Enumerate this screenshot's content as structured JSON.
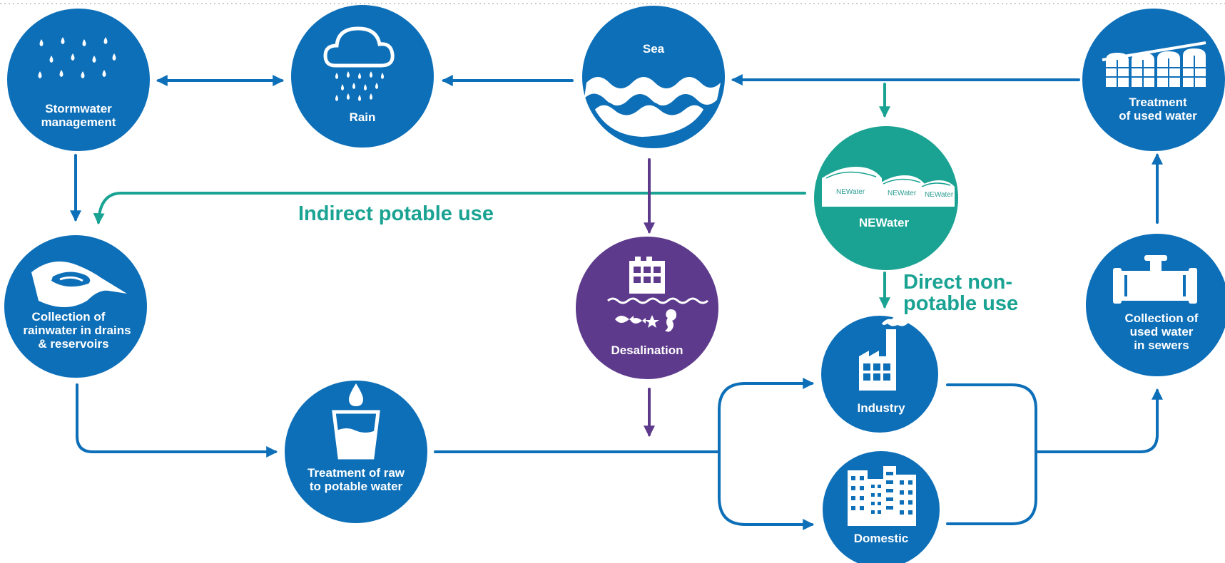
{
  "colors": {
    "blue": "#0d6fb8",
    "teal": "#1aa393",
    "purple": "#5e3a8c",
    "white": "#ffffff"
  },
  "nodes": {
    "stormwater": {
      "lines": [
        "Stormwater",
        "management"
      ],
      "icon": "raindrops-icon"
    },
    "rain": {
      "lines": [
        "Rain"
      ],
      "icon": "rain-cloud-icon"
    },
    "sea": {
      "lines": [
        "Sea"
      ],
      "icon": "waves-icon"
    },
    "treatment_used": {
      "lines": [
        "Treatment",
        "of used water"
      ],
      "icon": "treatment-plant-icon"
    },
    "newater": {
      "lines": [
        "NEWater"
      ],
      "icon": "newater-tanks-icon",
      "tank_text": "NEWater"
    },
    "collection_rain": {
      "lines": [
        "Collection of",
        "rainwater in drains",
        "& reservoirs"
      ],
      "icon": "reservoir-icon"
    },
    "desalination": {
      "lines": [
        "Desalination"
      ],
      "icon": "desalination-plant-icon"
    },
    "collection_used": {
      "lines": [
        "Collection of",
        "used water",
        "in sewers"
      ],
      "icon": "pipe-valve-icon"
    },
    "industry": {
      "lines": [
        "Industry"
      ],
      "icon": "factory-icon"
    },
    "treatment_raw": {
      "lines": [
        "Treatment of raw",
        "to potable water"
      ],
      "icon": "water-glass-icon"
    },
    "domestic": {
      "lines": [
        "Domestic"
      ],
      "icon": "apartment-buildings-icon"
    }
  },
  "flow_labels": {
    "indirect": "Indirect potable use",
    "direct_line1": "Direct non-",
    "direct_line2": "potable use"
  }
}
